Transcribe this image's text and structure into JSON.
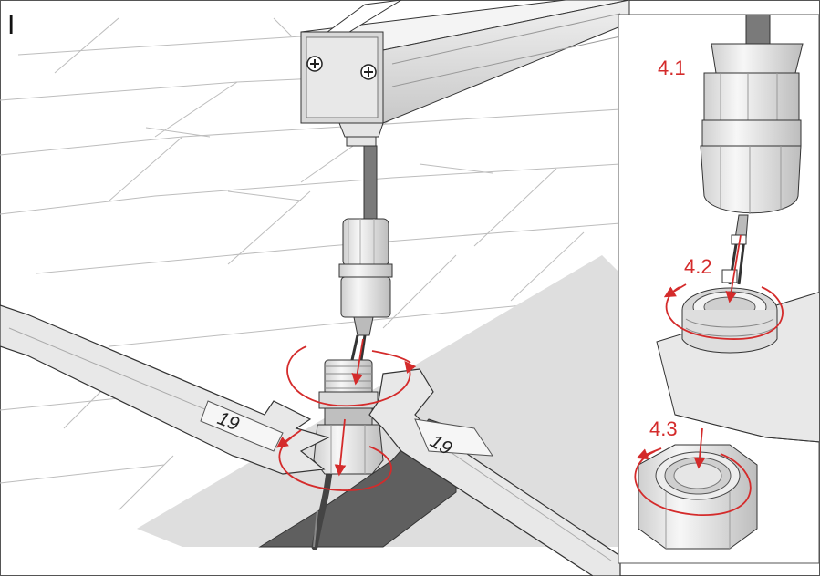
{
  "step_label": "I",
  "wrench_left_size": "19",
  "wrench_right_size": "19",
  "inset_labels": {
    "step_4_1": "4.1",
    "step_4_2": "4.2",
    "step_4_3": "4.3"
  },
  "colors": {
    "arrow": "#d42b2b",
    "line": "#333333",
    "metal": "#e6e6e6",
    "shadow": "#d4d4d4",
    "hole": "#6b6b6b"
  },
  "icons": [
    "screw-icon",
    "rotation-arrow-icon",
    "downward-arrow-icon"
  ]
}
